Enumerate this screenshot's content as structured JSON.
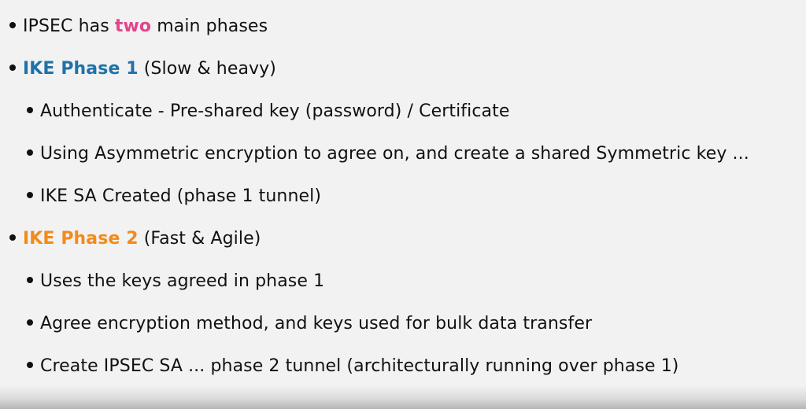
{
  "colors": {
    "two": "#e0468b",
    "phase1": "#1f72a8",
    "phase2": "#f28a1c"
  },
  "bullets": {
    "intro_prefix": "IPSEC has ",
    "intro_highlight": "two",
    "intro_suffix": " main phases",
    "phase1_title": "IKE Phase 1",
    "phase1_note": " (Slow & heavy)",
    "phase1_items": [
      "Authenticate - Pre-shared key (password) / Certificate",
      "Using Asymmetric encryption to agree on, and create a shared Symmetric key ...",
      "IKE SA Created (phase 1 tunnel)"
    ],
    "phase2_title": "IKE Phase 2",
    "phase2_note": " (Fast & Agile)",
    "phase2_items": [
      "Uses the keys agreed in phase 1",
      "Agree encryption method, and keys used for bulk data transfer",
      "Create IPSEC SA ... phase 2 tunnel (architecturally running over phase 1)"
    ]
  }
}
